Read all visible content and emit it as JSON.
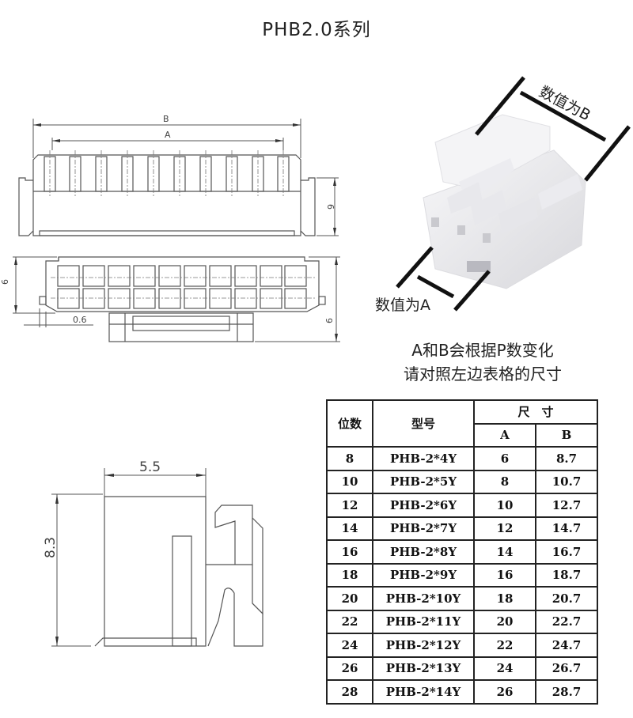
{
  "title": "PHB2.0系列",
  "top_drawing": {
    "dim_B": "B",
    "dim_A": "A",
    "dim_height": "6",
    "pin_count_per_row": 10
  },
  "front_drawing": {
    "dim_height_left": "6",
    "dim_offset": "0.6",
    "dim_height_right": "9",
    "rows": 2,
    "cols": 10
  },
  "side_drawing": {
    "dim_width": "5.5",
    "dim_height": "8.3"
  },
  "photo": {
    "label_B": "数值为B",
    "label_A": "数值为A"
  },
  "note": {
    "line1": "A和B会根据P数变化",
    "line2": "请对照左边表格的尺寸"
  },
  "table": {
    "headers": {
      "positions": "位数",
      "model": "型号",
      "size": "尺　寸",
      "A": "A",
      "B": "B"
    },
    "rows": [
      {
        "positions": "8",
        "model": "PHB-2*4Y",
        "A": "6",
        "B": "8.7"
      },
      {
        "positions": "10",
        "model": "PHB-2*5Y",
        "A": "8",
        "B": "10.7"
      },
      {
        "positions": "12",
        "model": "PHB-2*6Y",
        "A": "10",
        "B": "12.7"
      },
      {
        "positions": "14",
        "model": "PHB-2*7Y",
        "A": "12",
        "B": "14.7"
      },
      {
        "positions": "16",
        "model": "PHB-2*8Y",
        "A": "14",
        "B": "16.7"
      },
      {
        "positions": "18",
        "model": "PHB-2*9Y",
        "A": "16",
        "B": "18.7"
      },
      {
        "positions": "20",
        "model": "PHB-2*10Y",
        "A": "18",
        "B": "20.7"
      },
      {
        "positions": "22",
        "model": "PHB-2*11Y",
        "A": "20",
        "B": "22.7"
      },
      {
        "positions": "24",
        "model": "PHB-2*12Y",
        "A": "22",
        "B": "24.7"
      },
      {
        "positions": "26",
        "model": "PHB-2*13Y",
        "A": "24",
        "B": "26.7"
      },
      {
        "positions": "28",
        "model": "PHB-2*14Y",
        "A": "26",
        "B": "28.7"
      }
    ]
  }
}
